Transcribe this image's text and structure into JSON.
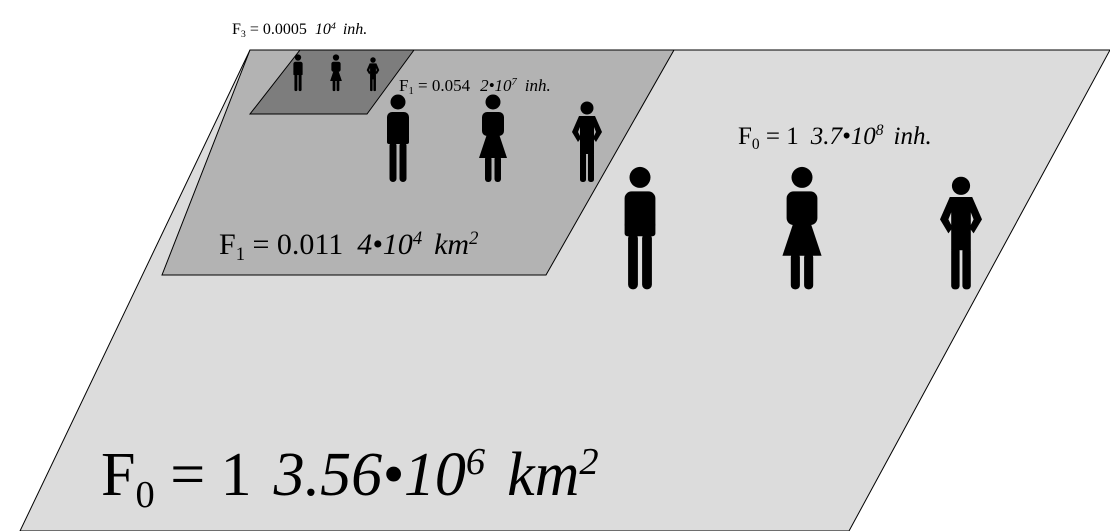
{
  "colors": {
    "region_f0": "#dcdcdc",
    "region_f1": "#b3b3b3",
    "region_f3": "#7d7d7d",
    "outline": "#000000",
    "figure": "#000000"
  },
  "icons": [
    "man-icon",
    "woman-icon",
    "child-icon"
  ],
  "labels": {
    "f3_population": {
      "sym": "F",
      "sub": "3",
      "eq": "= 0.0005",
      "num": "10",
      "exp": "4",
      "unit": "inh."
    },
    "f1_population": {
      "sym": "F",
      "sub": "1",
      "eq": "= 0.054",
      "coef": "2•10",
      "exp": "7",
      "unit": "inh."
    },
    "f0_population": {
      "sym": "F",
      "sub": "0",
      "eq": "= 1",
      "coef": "3.7•10",
      "exp": "8",
      "unit": "inh."
    },
    "f1_area": {
      "sym": "F",
      "sub": "1",
      "eq": "= 0.011",
      "coef": "4•10",
      "exp": "4",
      "unit": "km",
      "unit_exp": "2"
    },
    "f0_area": {
      "sym": "F",
      "sub": "0",
      "eq": "= 1",
      "coef": "3.56•10",
      "exp": "6",
      "unit": "km",
      "unit_exp": "2"
    }
  }
}
